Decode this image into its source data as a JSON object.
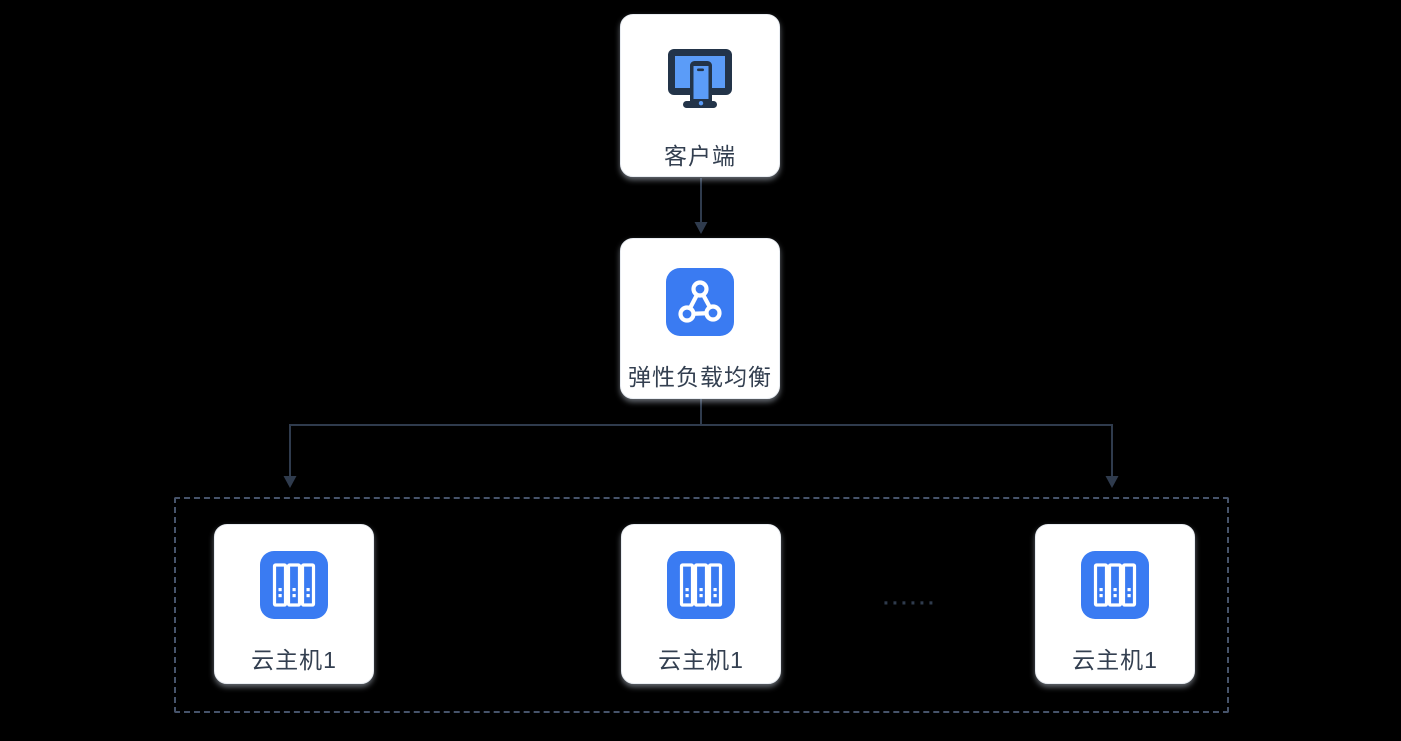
{
  "diagram": {
    "type": "architecture-flow",
    "nodes": {
      "client": {
        "label": "客户端",
        "icon": "desktop-and-mobile-icon"
      },
      "load_balancer": {
        "label": "弹性负载均衡",
        "icon": "load-balancer-triangle-network-icon"
      },
      "hosts": [
        {
          "label": "云主机1",
          "icon": "cloud-server-racks-icon"
        },
        {
          "label": "云主机1",
          "icon": "cloud-server-racks-icon"
        },
        {
          "label": "云主机1",
          "icon": "cloud-server-racks-icon"
        }
      ]
    },
    "ellipsis": "······",
    "edges": [
      "client -> load_balancer",
      "load_balancer -> host-1",
      "load_balancer -> host-3"
    ],
    "colors": {
      "background": "#000000",
      "card_background": "#ffffff",
      "accent_blue": "#3a7bf2",
      "icon_light_blue": "#5b9cf8",
      "icon_dark_navy": "#233449",
      "label_text": "#333f50",
      "connector_line": "#2f3b4d",
      "dashed_group_border": "#46536a"
    }
  }
}
